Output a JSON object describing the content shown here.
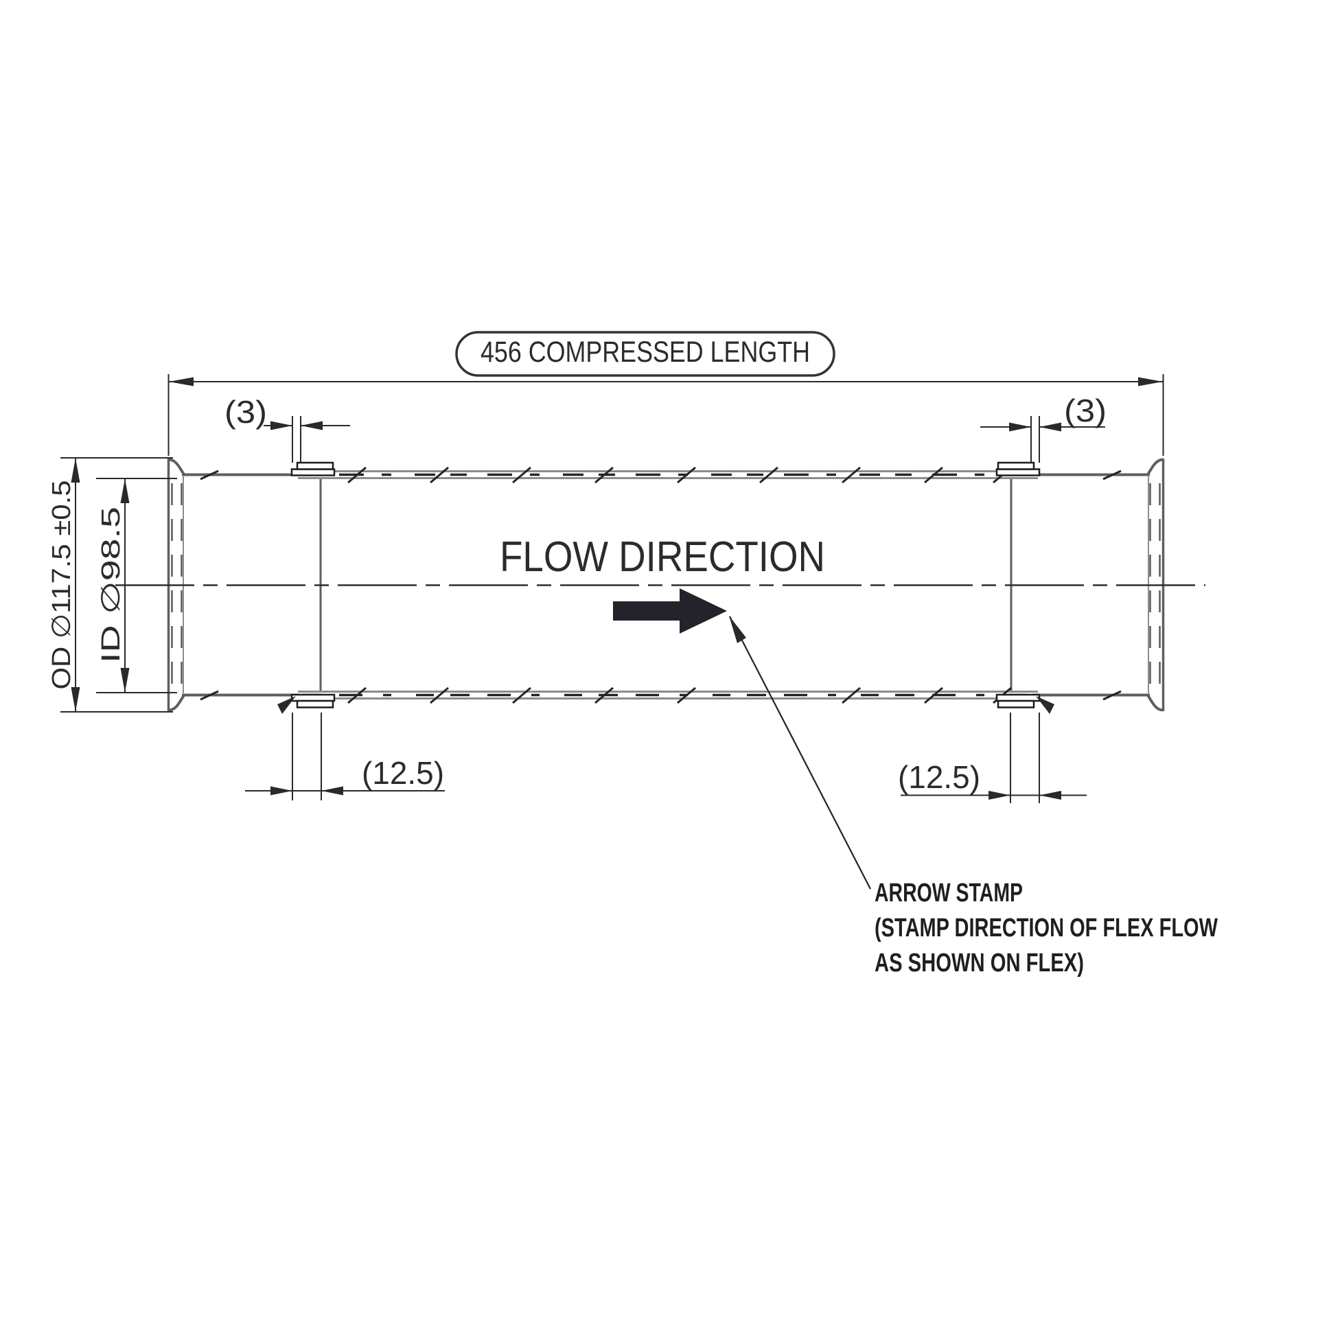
{
  "drawing": {
    "type": "engineering-drawing-flex-pipe",
    "background_color": "#ffffff",
    "dimension_line_color": "#2a2a2a",
    "pipe_outline_color": "#5f5f5f",
    "flow_arrow_color": "#23232b",
    "balloon_label": "456 COMPRESSED LENGTH",
    "flow_label": "FLOW DIRECTION",
    "dim_od": "OD ∅117.5 ±0.5",
    "dim_id": "ID ∅98.5",
    "dim_seam_left": "(3)",
    "dim_seam_right": "(3)",
    "dim_liner_left": "(12.5)",
    "dim_liner_right": "(12.5)",
    "note": {
      "line1": "ARROW STAMP",
      "line2": "(STAMP DIRECTION OF FLEX FLOW",
      "line3": "AS SHOWN ON FLEX)"
    }
  }
}
